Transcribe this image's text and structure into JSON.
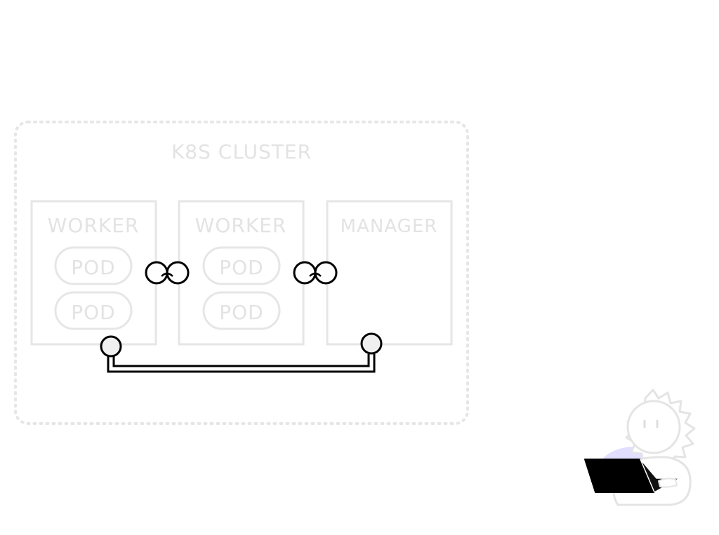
{
  "cluster": {
    "title": "K8S CLUSTER"
  },
  "nodes": [
    {
      "role": "WORKER",
      "pods": [
        "POD",
        "POD"
      ]
    },
    {
      "role": "WORKER",
      "pods": [
        "POD",
        "POD"
      ]
    },
    {
      "role": "MANAGER",
      "pods": []
    }
  ],
  "colors": {
    "faded": "#e6e6e6",
    "faded_text": "#e3e3e3",
    "ink": "#000000",
    "link_fill": "#f0f0f0",
    "glow": "#c9c2ff"
  },
  "connectors": [
    {
      "type": "link-icon",
      "between": [
        "worker-1",
        "worker-2"
      ]
    },
    {
      "type": "link-icon",
      "between": [
        "worker-2",
        "manager"
      ]
    },
    {
      "type": "pipe-connector",
      "between": [
        "worker-1",
        "manager"
      ]
    }
  ],
  "illustration": {
    "character": "sun-face-person",
    "device": "laptop"
  }
}
